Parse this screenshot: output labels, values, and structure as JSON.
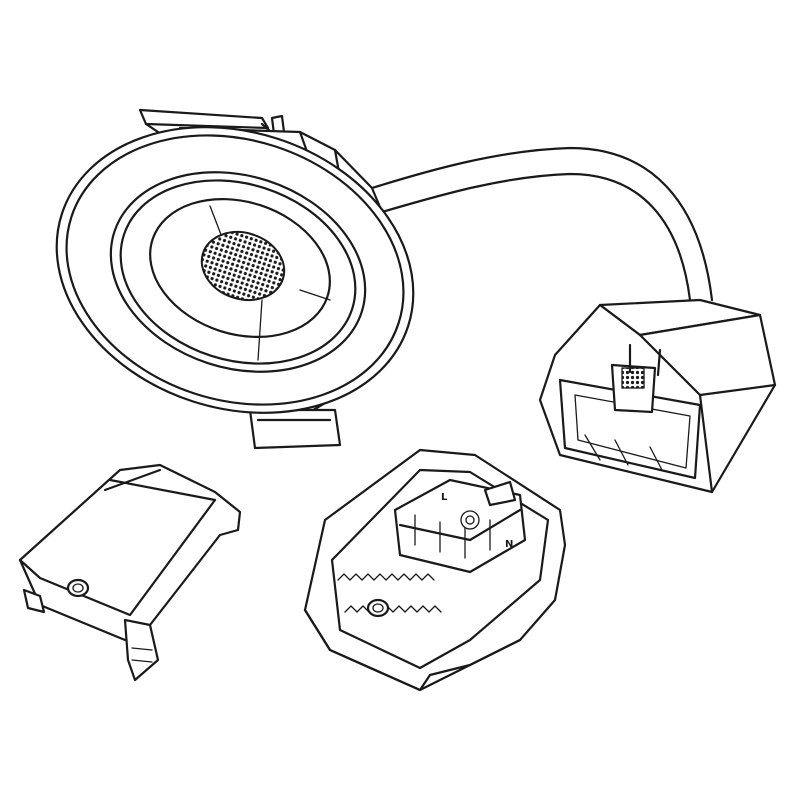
{
  "illustration": {
    "components": [
      {
        "id": "downlight",
        "icon": "recessed-downlight-icon"
      },
      {
        "id": "cable",
        "icon": "cable-icon"
      },
      {
        "id": "connector-plug",
        "icon": "connector-plug-icon"
      },
      {
        "id": "terminal-block",
        "icon": "terminal-block-icon"
      },
      {
        "id": "terminal-cover",
        "icon": "terminal-cover-icon"
      }
    ],
    "terminal_labels": {
      "live": "L",
      "neutral": "N"
    },
    "line_color": "#1a1a1a",
    "background_color": "#ffffff"
  }
}
